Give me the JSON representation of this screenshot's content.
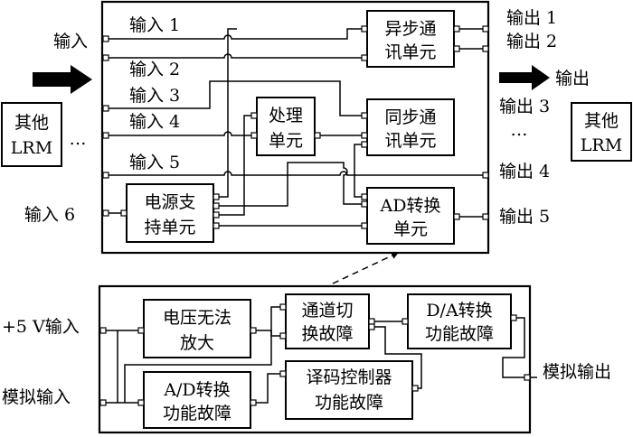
{
  "top": {
    "inputs": [
      "输入",
      "输入 1",
      "输入 2",
      "输入 3",
      "输入 4",
      "输入 5",
      "输入 6"
    ],
    "outputs": [
      "输出 1",
      "输出 2",
      "输出",
      "输出 3",
      "输出 4",
      "输出 5"
    ],
    "dots": "…",
    "other_lrm_left": [
      "其他",
      "LRM"
    ],
    "other_lrm_right": [
      "其他",
      "LRM"
    ],
    "blocks": {
      "async_comm": [
        "异步通",
        "讯单元"
      ],
      "sync_comm": [
        "同步通",
        "讯单元"
      ],
      "processing": [
        "处理",
        "单元"
      ],
      "ad_convert": [
        "AD转换",
        "单元"
      ],
      "power_support": [
        "电源支",
        "持单元"
      ]
    }
  },
  "bottom": {
    "inputs": [
      "+5 V输入",
      "模拟输入"
    ],
    "output": "模拟输出",
    "blocks": {
      "voltage_fault": [
        "电压无法",
        "放大"
      ],
      "channel_fault": [
        "通道切",
        "换故障"
      ],
      "da_fault": [
        "D/A转换",
        "功能故障"
      ],
      "ad_fault": [
        "A/D转换",
        "功能故障"
      ],
      "decoder_fault": [
        "译码控制器",
        "功能故障"
      ]
    }
  }
}
